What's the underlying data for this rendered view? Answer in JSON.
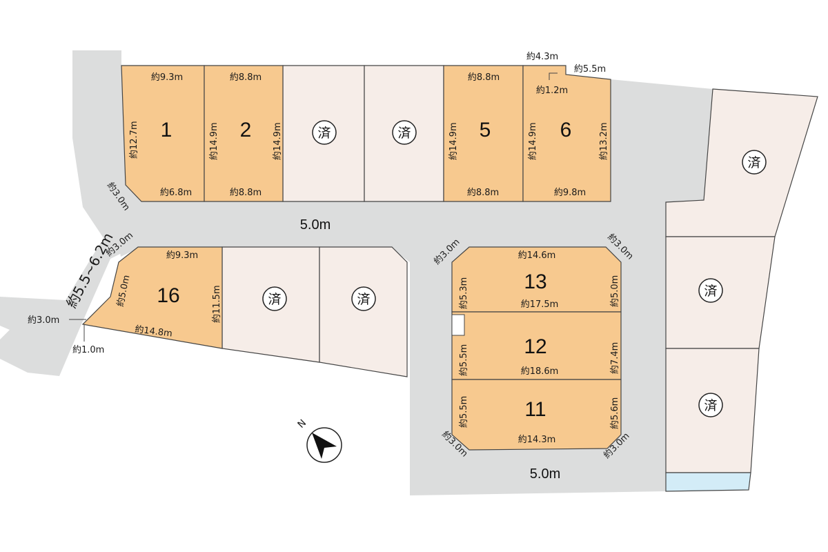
{
  "colors": {
    "road": "#dcdddd",
    "lot_available": "#f7c98f",
    "lot_sold": "#f6ede8",
    "water": "#d3ecf7",
    "outline": "#444444"
  },
  "sold_label": "済",
  "roads": {
    "main_width": "5.0m",
    "south_width": "5.0m",
    "west_width": "約5.5~6.2m",
    "west_corner_a": "約3.0m",
    "west_corner_b": "約3.0m",
    "west_stub": "約3.0m",
    "west_offset": "約1.0m"
  },
  "lots": {
    "lot1": {
      "number": "1",
      "top": "約9.3m",
      "left": "約12.7m",
      "bottom": "約6.8m"
    },
    "lot2": {
      "number": "2",
      "top": "約8.8m",
      "left": "約14.9m",
      "right": "約14.9m",
      "bottom": "約8.8m"
    },
    "lot5": {
      "number": "5",
      "top": "約8.8m",
      "left": "約14.9m",
      "bottom": "約8.8m"
    },
    "lot6": {
      "number": "6",
      "top_a": "約4.3m",
      "top_b": "約5.5m",
      "notch": "約1.2m",
      "left": "約14.9m",
      "right": "約13.2m",
      "bottom": "約9.8m"
    },
    "lot16": {
      "number": "16",
      "top": "約9.3m",
      "left": "約5.0m",
      "right": "約11.5m",
      "bottom": "約14.8m",
      "corner": "約3.0m"
    },
    "lot13": {
      "number": "13",
      "top": "約14.6m",
      "left": "約5.3m",
      "right": "約5.0m",
      "bottom": "約17.5m",
      "corner_tl": "約3.0m",
      "corner_tr": "約3.0m"
    },
    "lot12": {
      "number": "12",
      "left": "約5.5m",
      "right": "約7.4m",
      "bottom": "約18.6m"
    },
    "lot11": {
      "number": "11",
      "left": "約5.5m",
      "right": "約5.6m",
      "bottom": "約14.3m",
      "corner_bl": "約3.0m",
      "corner_br": "約3.0m"
    }
  },
  "compass": {
    "label": "N"
  }
}
